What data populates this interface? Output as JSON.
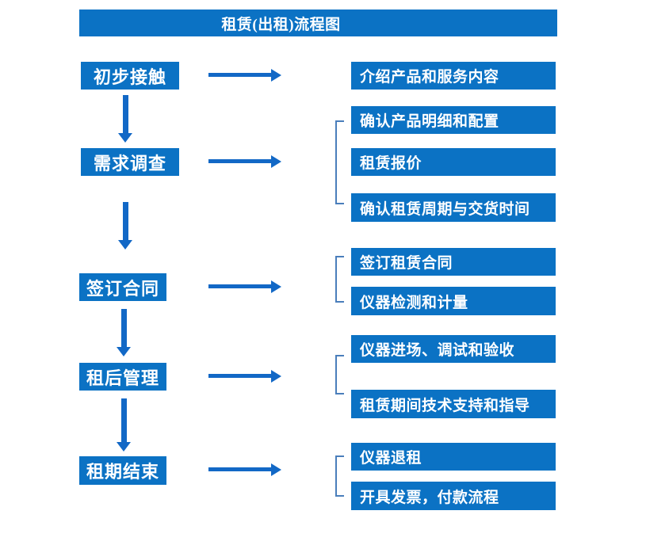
{
  "flow": {
    "title": "租赁(出租)流程图",
    "steps": [
      {
        "label": "初步接触",
        "details": [
          "介绍产品和服务内容"
        ]
      },
      {
        "label": "需求调查",
        "details": [
          "确认产品明细和配置",
          "租赁报价",
          "确认租赁周期与交货时间"
        ]
      },
      {
        "label": "签订合同",
        "details": [
          "签订租赁合同",
          "仪器检测和计量"
        ]
      },
      {
        "label": "租后管理",
        "details": [
          "仪器进场、调试和验收",
          "租赁期间技术支持和指导"
        ]
      },
      {
        "label": "租期结束",
        "details": [
          "仪器退租",
          "开具发票，付款流程"
        ]
      }
    ]
  },
  "colors": {
    "box_blue": "#0B72C4",
    "arrow_blue": "#1268C6",
    "bracket_blue": "#4A7EBB",
    "text": "#FFFFFF",
    "background": "#FFFFFF"
  }
}
